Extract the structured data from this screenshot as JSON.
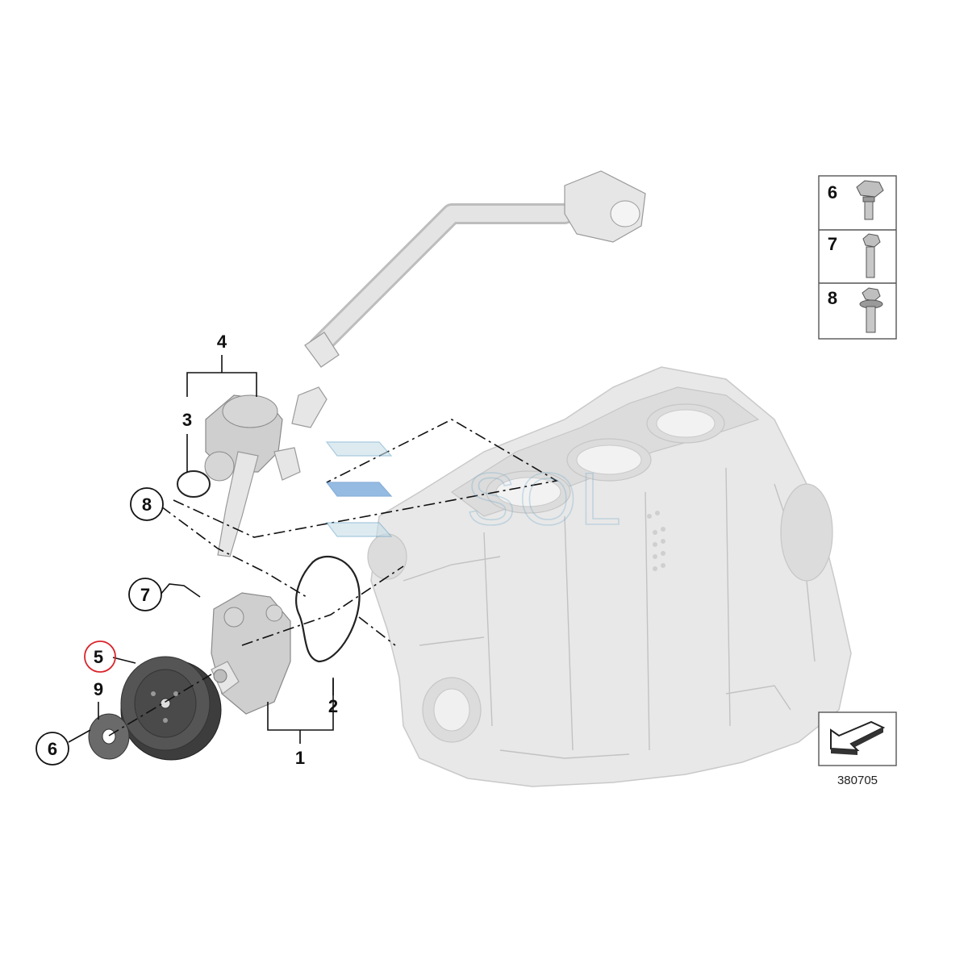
{
  "callouts": {
    "item_1": "1",
    "item_2": "2",
    "item_3": "3",
    "item_4": "4",
    "item_5": "5",
    "item_6": "6",
    "item_7": "7",
    "item_8": "8",
    "item_9": "9"
  },
  "fastener_legend": {
    "row_6": "6",
    "row_7": "7",
    "row_8": "8"
  },
  "diagram_ref": "380705",
  "watermark": "SOL",
  "colors": {
    "highlight_circle": "#d9262c",
    "watermark": "#6fa8c9",
    "part_gray": "#e6e6e6",
    "pulley_dark": "#4a4a4a"
  }
}
